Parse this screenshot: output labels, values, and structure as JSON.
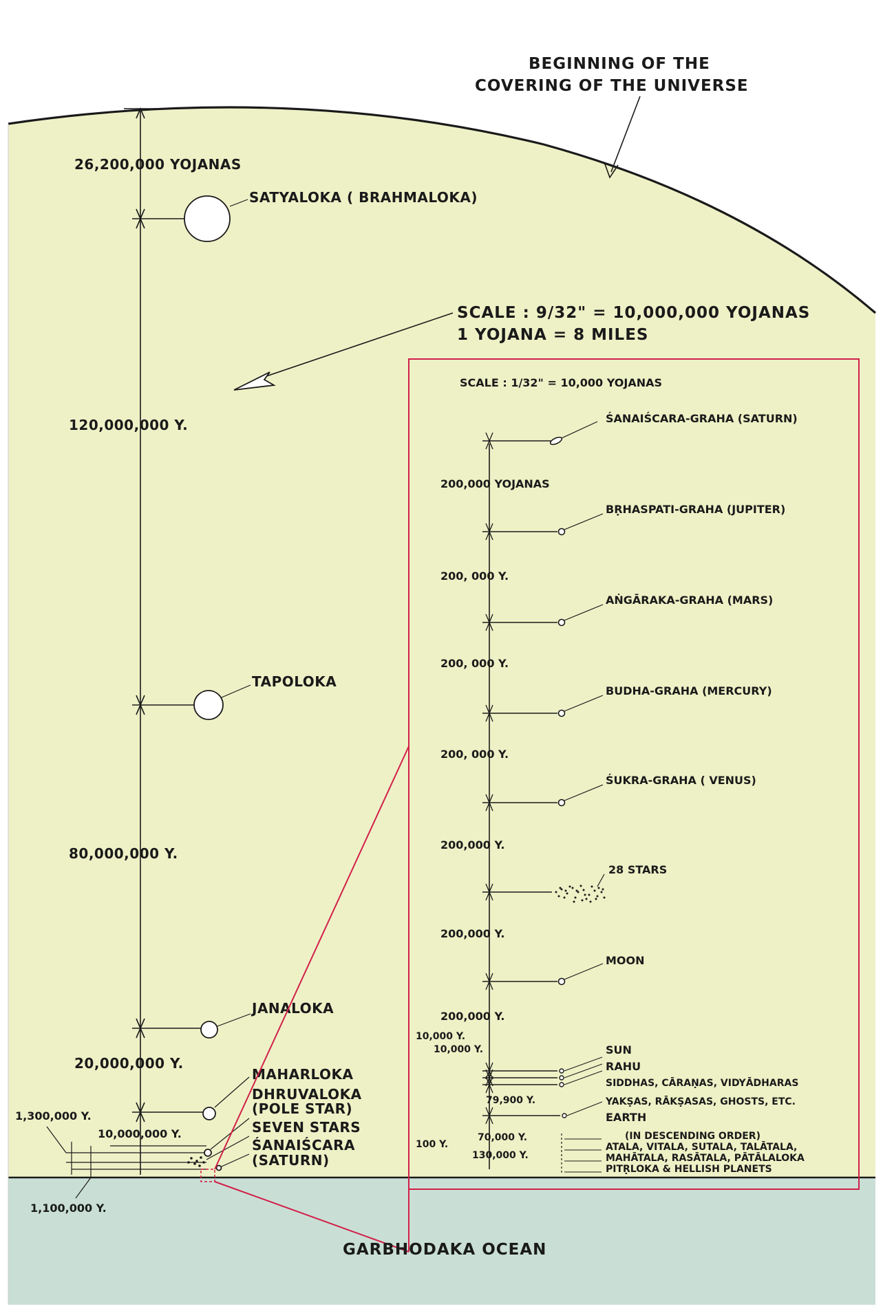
{
  "colors": {
    "universe_fill": "#eef1c6",
    "ocean_fill": "#c9dfd5",
    "inset_border": "#d21f4a",
    "ink": "#1a1a1a"
  },
  "header": {
    "covering_line1": "BEGINNING OF THE",
    "covering_line2": "COVERING OF THE UNIVERSE"
  },
  "main_scale": {
    "line1": "SCALE : 9/32\" = 10,000,000 YOJANAS",
    "line2": "1 YOJANA = 8 MILES"
  },
  "main_distances": [
    "26,200,000 YOJANAS",
    "120,000,000 Y.",
    "80,000,000 Y.",
    "20,000,000 Y.",
    "10,000,000 Y.",
    "1,300,000 Y.",
    "1,100,000 Y."
  ],
  "main_planets": [
    "SATYALOKA ( BRAHMALOKA)",
    "TAPOLOKA",
    "JANALOKA",
    "MAHARLOKA",
    "DHRUVALOKA",
    "(POLE STAR)",
    "SEVEN STARS",
    "ŚANAIŚCARA",
    "(SATURN)"
  ],
  "inset": {
    "scale": "SCALE : 1/32\" = 10,000 YOJANAS",
    "planets": [
      "ŚANAIŚCARA-GRAHA (SATURN)",
      "BṚHASPATI-GRAHA (JUPITER)",
      "AṄGĀRAKA-GRAHA (MARS)",
      "BUDHA-GRAHA (MERCURY)",
      "ŚUKRA-GRAHA ( VENUS)",
      "28 STARS",
      "MOON",
      "SUN",
      "RAHU",
      "SIDDHAS, CĀRAṆAS, VIDYĀDHARAS",
      "YAKṢAS, RĀKṢASAS, GHOSTS, ETC.",
      "EARTH"
    ],
    "distances": [
      "200,000 YOJANAS",
      "200, 000 Y.",
      "200, 000 Y.",
      "200, 000 Y.",
      "200,000 Y.",
      "200,000 Y.",
      "200,000 Y.",
      "10,000 Y.",
      "10,000 Y.",
      "79,900 Y.",
      "70,000 Y.",
      "100 Y.",
      "130,000 Y."
    ],
    "lower_planets": {
      "heading": "(IN DESCENDING ORDER)",
      "line1": "ATALA, VITALA, SUTALA, TALĀTALA,",
      "line2": "MAHĀTALA, RASĀTALA, PĀTĀLALOKA",
      "line3": "PITṚLOKA & HELLISH PLANETS"
    }
  },
  "ocean": {
    "label": "GARBHODAKA OCEAN"
  }
}
